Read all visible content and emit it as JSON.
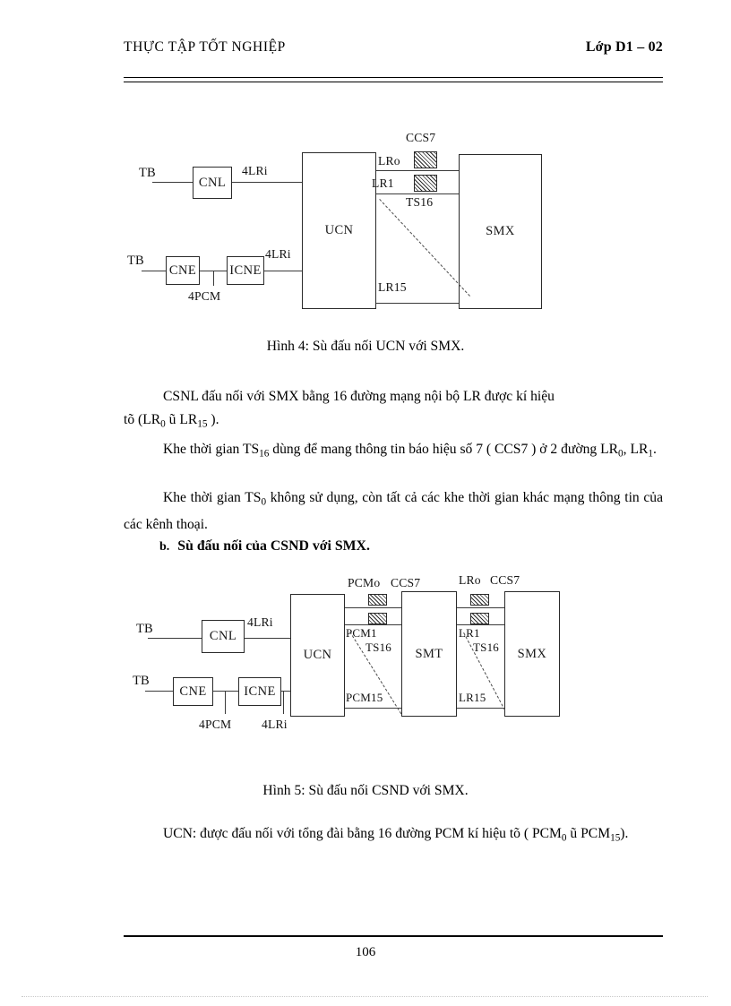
{
  "document": {
    "page_number": "106",
    "header": {
      "left_title": "THỰC TẬP TỐT NGHIỆP",
      "right_title": "Lớp D1 – 02"
    }
  },
  "figure4": {
    "caption": "Hình 4: Sù đấu nối UCN với SMX.",
    "nodes": {
      "tb_top": "TB",
      "tb_bottom": "TB",
      "cnl": "CNL",
      "cne": "CNE",
      "icne": "ICNE",
      "ucn": "UCN",
      "smx": "SMX"
    },
    "labels": {
      "link_top": "4LRi",
      "link_bottom": "4LRi",
      "pcm_tap": "4PCM",
      "ccs7": "CCS7",
      "lr0": "LRo",
      "lr1": "LR1",
      "ts16": "TS16",
      "lr15": "LR15"
    }
  },
  "figure5": {
    "caption": "Hình 5: Sù đấu nối CSND với SMX.",
    "nodes": {
      "tb_top": "TB",
      "tb_bottom": "TB",
      "cnl": "CNL",
      "cne": "CNE",
      "icne": "ICNE",
      "ucn": "UCN",
      "smt": "SMT",
      "smx": "SMX"
    },
    "labels": {
      "link_top": "4LRi",
      "link_bottom": "4LRi",
      "pcm_tap": "4PCM",
      "pcm0": "PCMo",
      "ccs7_left": "CCS7",
      "pcm1": "PCM1",
      "ts16_left": "TS16",
      "pcm15": "PCM15",
      "lr0": "LRo",
      "ccs7_right": "CCS7",
      "lr1": "LR1",
      "ts16_right": "TS16",
      "lr15": "LR15"
    }
  },
  "body": {
    "heading_b_marker": "b.",
    "heading_b_text": "Sù đấu nối của CSND với SMX.",
    "para1_line1": "CSNL đấu nối với SMX bằng 16 đường mạng nội bộ LR được kí hiệu",
    "para1_line2_pre": "tõ (LR",
    "para1_line2_sub1": "0",
    "para1_line2_mid": " ũ LR",
    "para1_line2_sub2": "15",
    "para1_line2_post": " ).",
    "para2_pre": "Khe thời gian TS",
    "para2_sub1": "16",
    "para2_mid": " dùng để mang thông tin báo hiệu số 7 ( CCS7 ) ở 2 đường LR",
    "para2_sub2": "0",
    "para2_mid2": ", LR",
    "para2_sub3": "1",
    "para2_post": ".",
    "para3_pre": "Khe thời gian TS",
    "para3_sub1": "0",
    "para3_post": " không sử dụng, còn tất cả các khe thời gian khác mạng thông tin của các kênh thoại.",
    "para4_pre": "UCN: được đấu nối với tổng đài bằng 16 đường PCM kí hiệu tõ ( PCM",
    "para4_sub1": "0",
    "para4_mid": " ũ PCM",
    "para4_sub2": "15",
    "para4_post": ")."
  }
}
